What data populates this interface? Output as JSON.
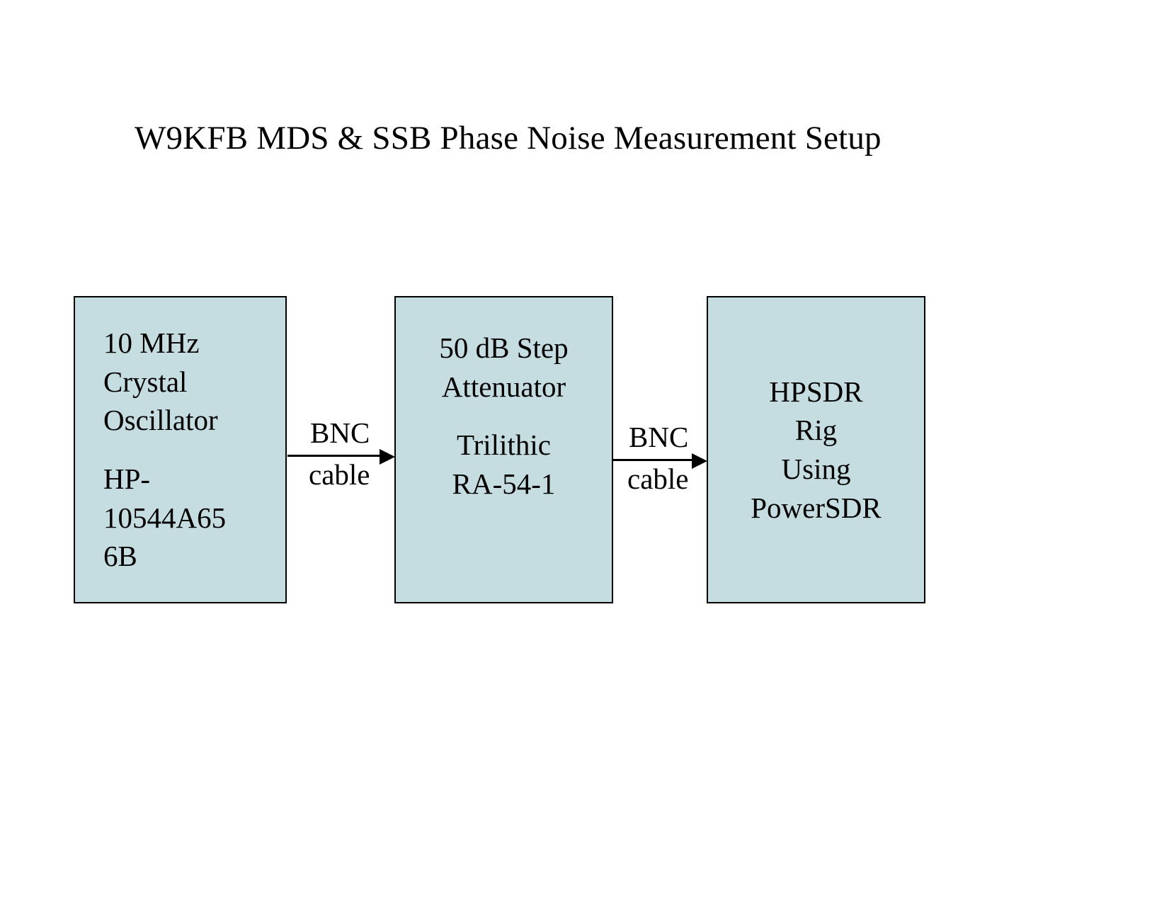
{
  "title": "W9KFB MDS & SSB Phase Noise Measurement Setup",
  "theme": {
    "block_fill": "#c5dde1",
    "block_border": "#000000",
    "text_color": "#000000",
    "background": "#ffffff"
  },
  "blocks": [
    {
      "id": "oscillator",
      "align": "left",
      "lines": [
        "10 MHz",
        "Crystal",
        "Oscillator",
        "",
        "HP-",
        "10544A65",
        "6B"
      ],
      "line1": "10 MHz",
      "line2": "Crystal",
      "line3": "Oscillator",
      "line4": "HP-",
      "line5": "10544A65",
      "line6": "6B",
      "full_text": "10 MHz Crystal Oscillator HP-10544A656B"
    },
    {
      "id": "attenuator",
      "align": "center",
      "lines": [
        "50 dB Step",
        "Attenuator",
        "",
        "Trilithic",
        "RA-54-1"
      ],
      "line1": "50 dB Step",
      "line2": "Attenuator",
      "line3": "Trilithic",
      "line4": "RA-54-1",
      "full_text": "50 dB Step Attenuator Trilithic RA-54-1"
    },
    {
      "id": "rig",
      "align": "center",
      "lines": [
        "HPSDR",
        "Rig",
        "Using",
        "PowerSDR"
      ],
      "line1": "HPSDR",
      "line2": "Rig",
      "line3": "Using",
      "line4": "PowerSDR",
      "full_text": "HPSDR Rig Using PowerSDR"
    }
  ],
  "connectors": [
    {
      "id": "connector-1",
      "from": "oscillator",
      "to": "attenuator",
      "label_above": "BNC",
      "label_below": "cable",
      "direction": "right"
    },
    {
      "id": "connector-2",
      "from": "attenuator",
      "to": "rig",
      "label_above": "BNC",
      "label_below": "cable",
      "direction": "right"
    }
  ]
}
